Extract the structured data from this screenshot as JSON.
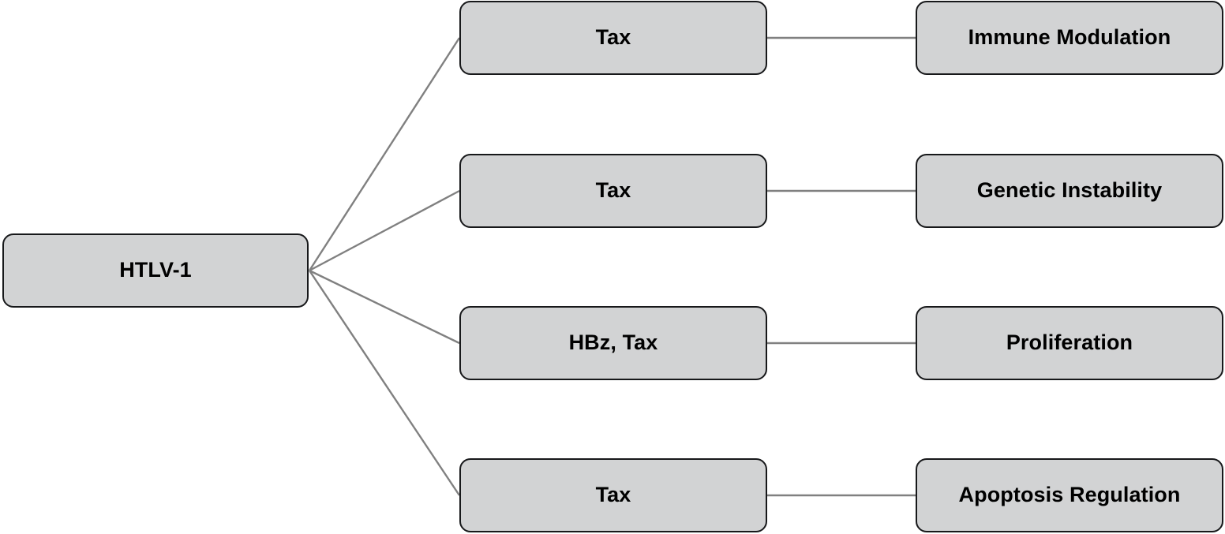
{
  "diagram": {
    "type": "flowchart",
    "orientation": "left-to-right",
    "colors": {
      "node_fill": "#d2d3d4",
      "node_border": "#17181a",
      "edge_line": "#808080",
      "text": "#000000",
      "background": "#ffffff"
    },
    "root": {
      "label": "HTLV-1"
    },
    "branches": [
      {
        "mediator": "Tax",
        "outcome": "Immune Modulation"
      },
      {
        "mediator": "Tax",
        "outcome": "Genetic Instability"
      },
      {
        "mediator": "HBz, Tax",
        "outcome": "Proliferation"
      },
      {
        "mediator": "Tax",
        "outcome": "Apoptosis Regulation"
      }
    ]
  }
}
